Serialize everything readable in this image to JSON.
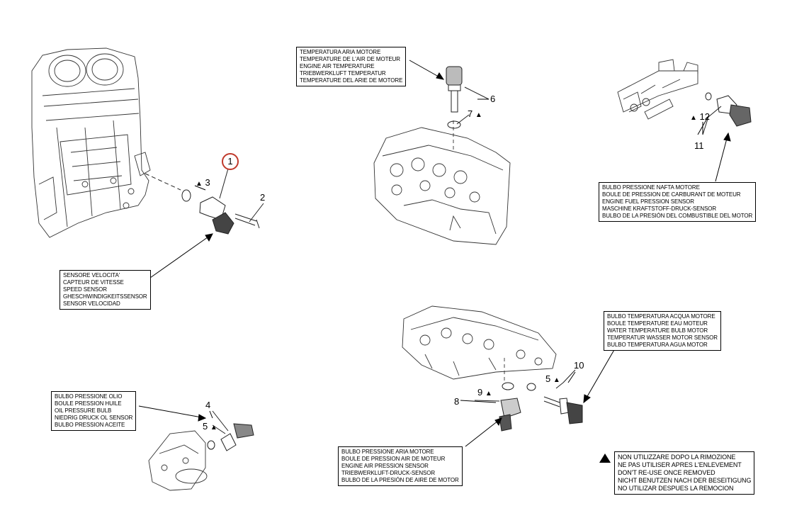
{
  "colors": {
    "highlight_circle": "#c0392b",
    "lines": "#000000"
  },
  "labels": {
    "speed_sensor": [
      "SENSORE VELOCITA'",
      "CAPTEUR DE VITESSE",
      "SPEED SENSOR",
      "GHESCHWINDIGKEITSSENSOR",
      "SENSOR VELOCIDAD"
    ],
    "air_temp": [
      "TEMPERATURA ARIA MOTORE",
      "TEMPERATURE DE L'AIR DE MOTEUR",
      "ENGINE AIR TEMPERATURE",
      "TRIEBWERKLUFT TEMPERATUR",
      "TEMPERATURE DEL ARIE DE MOTORE"
    ],
    "fuel_pressure": [
      "BULBO PRESSIONE NAFTA MOTORE",
      "BOULE DE PRESSION DE CARBURANT DE MOTEUR",
      "ENGINE FUEL PRESSION SENSOR",
      "MASCHINE KRAFTSTOFF-DRUCK-SENSOR",
      "BULBO DE LA PRESIÓN DEL COMBUSTIBLE DEL MOTOR"
    ],
    "water_temp": [
      "BULBO TEMPERATURA ACQUA MOTORE",
      "BOULE TEMPERATURE EAU MOTEUR",
      "WATER TEMPERATURE BULB MOTOR",
      "TEMPERATUR WASSER MOTOR SENSOR",
      "BULBO TEMPERATURA AGUA MOTOR"
    ],
    "oil_pressure": [
      "BULBO PRESSIONE OLIO",
      "BOULE PRESSION HUILE",
      "OIL PRESSURE BULB",
      "NIEDRIG DRUCK  OL SENSOR",
      "BULBO PRESSION ACEITE"
    ],
    "air_pressure": [
      "BULBO PRESSIONE ARIA MOTORE",
      "BOULE DE PRESSION AIR DE MOTEUR",
      "ENGINE AIR PRESSION SENSOR",
      "TRIEBWERKLUFT-DRUCK-SENSOR",
      "BULBO DE LA PRESIÓN DE AIRE DE MOTOR"
    ],
    "warning": [
      "NON UTILIZZARE DOPO LA RIMOZIONE",
      "NE PAS UTILISER APRES L'ENLEVEMENT",
      "DON'T RE-USE ONCE REMOVED",
      "NICHT BENUTZEN NACH DER BESEITIGUNG",
      "NO UTILIZAR DESPUES LA REMOCION"
    ]
  },
  "callouts": {
    "c1": "1",
    "c2": "2",
    "c3": "3",
    "c4": "4",
    "c5a": "5",
    "c5b": "5",
    "c6": "6",
    "c7": "7",
    "c8": "8",
    "c9": "9",
    "c10": "10",
    "c11": "11",
    "c12": "12"
  },
  "triangle": "▲"
}
